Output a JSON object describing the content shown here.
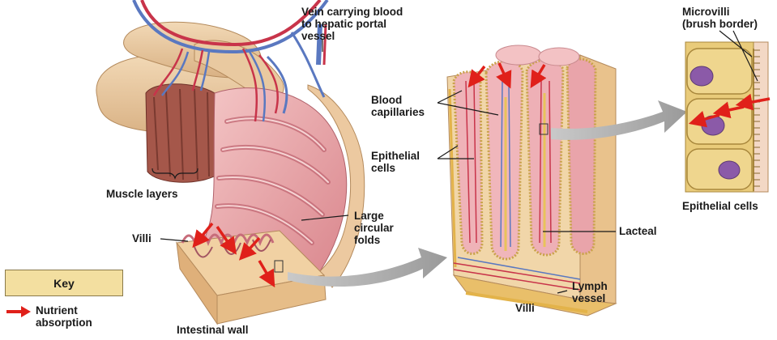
{
  "labels": {
    "vein": "Vein carrying blood\nto hepatic portal\nvessel",
    "microvilli": "Microvilli\n(brush border)",
    "blood_capillaries": "Blood\ncapillaries",
    "epithelial_cells_mid": "Epithelial\ncells",
    "muscle_layers": "Muscle layers",
    "large_circular_folds": "Large\ncircular\nfolds",
    "villi_left": "Villi",
    "lacteal": "Lacteal",
    "lymph_vessel": "Lymph\nvessel"
  },
  "captions": {
    "epithelial_cells": "Epithelial cells",
    "villi": "Villi",
    "intestinal_wall": "Intestinal wall"
  },
  "key": {
    "title": "Key",
    "nutrient_absorption": "Nutrient\nabsorption"
  },
  "colors": {
    "nutrient_arrow": "#e0201a",
    "artery": "#c8344a",
    "vein": "#5a78c0",
    "tissue_pink": "#e9a4a8",
    "tissue_tan": "#eac99a",
    "key_fill": "#f3dfa0"
  }
}
